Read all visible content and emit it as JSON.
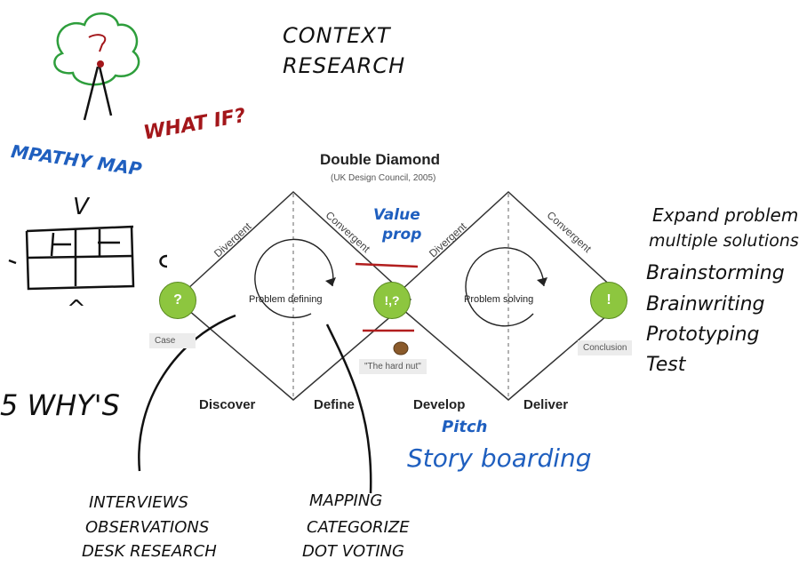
{
  "diagram": {
    "title": "Double Diamond",
    "subtitle": "(UK Design Council, 2005)",
    "phases": [
      "Discover",
      "Define",
      "Develop",
      "Deliver"
    ],
    "edge_labels": {
      "d1_left": "Divergent",
      "d1_right": "Convergent",
      "d2_left": "Divergent",
      "d2_right": "Convergent"
    },
    "centers": [
      "Problem defining",
      "Problem solving"
    ],
    "nodes": [
      "?",
      "!,?",
      "!"
    ],
    "boxes": {
      "case": "Case",
      "hard_nut": "\"The hard nut\"",
      "conclusion": "Conclusion"
    }
  },
  "annotations": {
    "context_research": [
      "CONTEXT",
      "RESEARCH"
    ],
    "empathy_map": "MPATHY MAP",
    "what_if": "WHAT IF?",
    "v_mark": "V",
    "caret": "^",
    "five_whys": "5 WHY'S",
    "value_prop": [
      "Value",
      "prop"
    ],
    "pitch": "Pitch",
    "storyboarding": "Story boarding",
    "discover_methods": [
      "INTERVIEWS",
      "OBSERVATIONS",
      "DESK RESEARCH"
    ],
    "define_methods": [
      "MAPPING",
      "CATEGORIZE",
      "DOT VOTING"
    ],
    "deliver_methods": [
      "Expand problem",
      "multiple solutions",
      "Brainstorming",
      "Brainwriting",
      "Prototyping",
      "Test"
    ]
  },
  "colors": {
    "node": "#8dc63f",
    "blue_ink": "#1f5fbf",
    "red_ink": "#a3161a",
    "green_ink": "#2e9e3c"
  }
}
